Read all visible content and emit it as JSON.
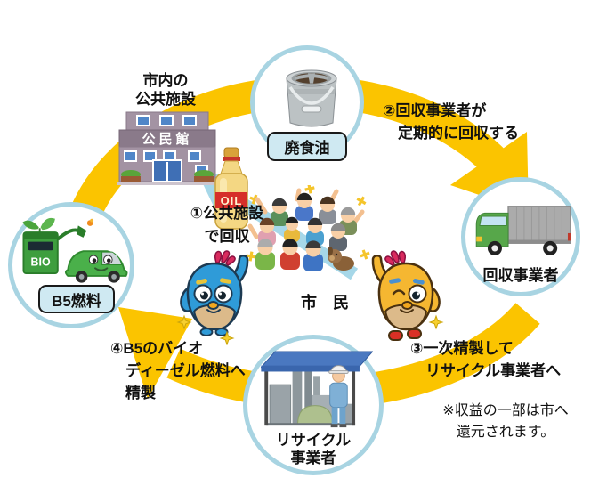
{
  "colors": {
    "cycle_arrow_yellow": "#FBC400",
    "node_circle_border": "#A8D4E2",
    "label_box_blue": "#CFE9F2",
    "collect_arrow_blue": "#A6D7E8"
  },
  "facility": {
    "caption_line1": "市内の",
    "caption_line2": "公共施設",
    "sign": "公民館"
  },
  "nodes": {
    "waste_oil": {
      "label": "廃食油"
    },
    "collector": {
      "label": "回収事業者"
    },
    "recycler": {
      "label_line1": "リサイクル",
      "label_line2": "事業者"
    },
    "fuel": {
      "label": "B5燃料"
    }
  },
  "citizens": {
    "label": "市　民"
  },
  "steps": {
    "step1": {
      "line1": "①公共施設",
      "line2": "で回収"
    },
    "step2": {
      "line1": "②回収事業者が",
      "line2": "定期的に回収する"
    },
    "step3": {
      "line1": "③一次精製して",
      "line2": "リサイクル事業者へ"
    },
    "step4": {
      "line1": "④B5のバイオ",
      "line2": "ディーゼル燃料へ",
      "line3": "精製"
    }
  },
  "note": {
    "line1": "※収益の一部は市へ",
    "line2": "還元されます。"
  },
  "icon_texts": {
    "oil_bottle": "OIL",
    "bio_pump": "BIO"
  }
}
